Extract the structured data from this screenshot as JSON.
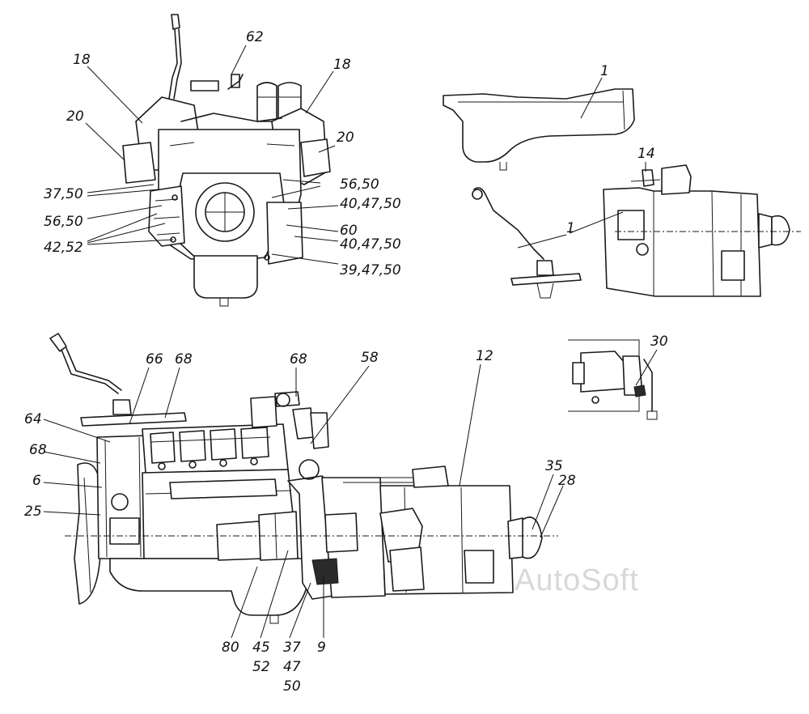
{
  "watermark": "AutoSoft",
  "callouts": [
    {
      "id": "c62",
      "text": "62"
    },
    {
      "id": "c18a",
      "text": "18"
    },
    {
      "id": "c18b",
      "text": "18"
    },
    {
      "id": "c20a",
      "text": "20"
    },
    {
      "id": "c20b",
      "text": "20"
    },
    {
      "id": "c3750",
      "text": "37,50"
    },
    {
      "id": "c5650a",
      "text": "56,50"
    },
    {
      "id": "c5650b",
      "text": "56,50"
    },
    {
      "id": "c4252",
      "text": "42,52"
    },
    {
      "id": "c404750a",
      "text": "40,47,50"
    },
    {
      "id": "c60",
      "text": "60"
    },
    {
      "id": "c404750b",
      "text": "40,47,50"
    },
    {
      "id": "c394750",
      "text": "39,47,50"
    },
    {
      "id": "c1a",
      "text": "1"
    },
    {
      "id": "c14",
      "text": "14"
    },
    {
      "id": "c1b",
      "text": "1"
    },
    {
      "id": "c30",
      "text": "30"
    },
    {
      "id": "c66",
      "text": "66"
    },
    {
      "id": "c68a",
      "text": "68"
    },
    {
      "id": "c68b",
      "text": "68"
    },
    {
      "id": "c58",
      "text": "58"
    },
    {
      "id": "c12",
      "text": "12"
    },
    {
      "id": "c64",
      "text": "64"
    },
    {
      "id": "c68c",
      "text": "68"
    },
    {
      "id": "c6",
      "text": "6"
    },
    {
      "id": "c25",
      "text": "25"
    },
    {
      "id": "c35",
      "text": "35"
    },
    {
      "id": "c28",
      "text": "28"
    },
    {
      "id": "c80",
      "text": "80"
    },
    {
      "id": "c45",
      "text": "45"
    },
    {
      "id": "c52",
      "text": "52"
    },
    {
      "id": "c37",
      "text": "37"
    },
    {
      "id": "c47",
      "text": "47"
    },
    {
      "id": "c50",
      "text": "50"
    },
    {
      "id": "c9",
      "text": "9"
    }
  ]
}
